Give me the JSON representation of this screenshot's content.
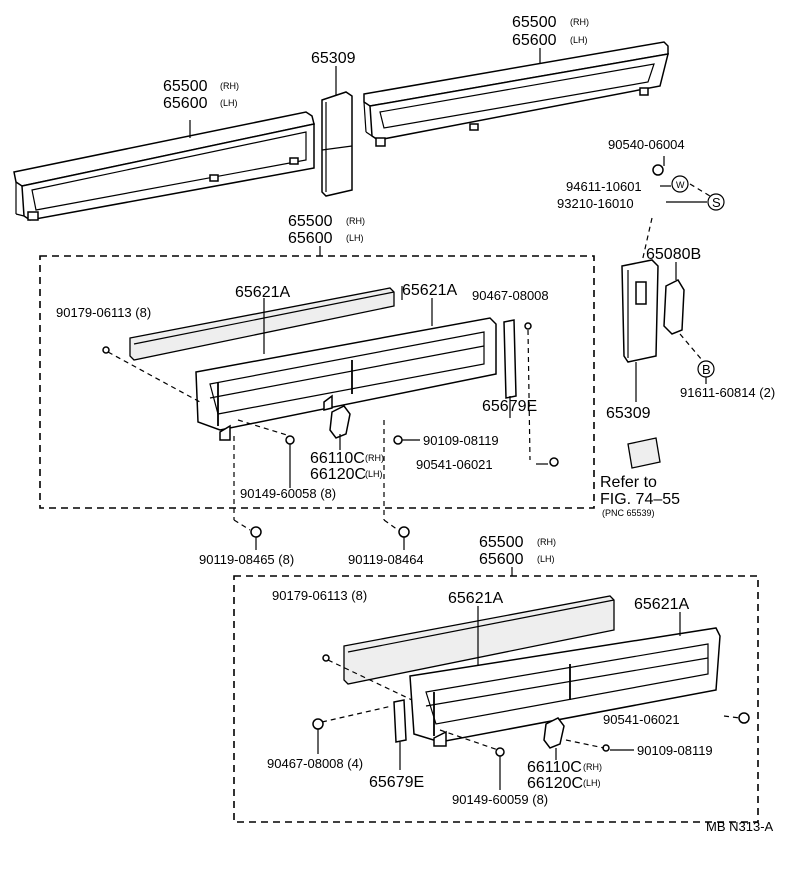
{
  "panel_top_left": {
    "number_rh": "65500",
    "rh": "(RH)",
    "number_lh": "65600",
    "lh": "(LH)"
  },
  "panel_top_right": {
    "number_rh": "65500",
    "rh": "(RH)",
    "number_lh": "65600",
    "lh": "(LH)"
  },
  "post_top": "65309",
  "group1": {
    "number_rh": "65500",
    "rh": "(RH)",
    "number_lh": "65600",
    "lh": "(LH)",
    "labels": {
      "rail_a_left": "65621A",
      "rail_a_right": "65621A",
      "bolt_90179": "90179-06113 (8)",
      "nut_90467": "90467-08008",
      "hinge_65679": "65679E",
      "lock_rh": "66110C",
      "lock_rh_side": "(RH)",
      "lock_lh": "66120C",
      "lock_lh_side": "(LH)",
      "bolt_90109": "90109-08119",
      "nut_90541": "90541-06021",
      "bolt_90149": "90149-60058 (8)"
    }
  },
  "between": {
    "bolt_90119_a": "90119-08465 (8)",
    "bolt_90119_b": "90119-08464"
  },
  "group2": {
    "number_rh": "65500",
    "rh": "(RH)",
    "number_lh": "65600",
    "lh": "(LH)",
    "labels": {
      "bolt_90179": "90179-06113 (8)",
      "rail_a_left": "65621A",
      "rail_a_right": "65621A",
      "nut_90541": "90541-06021",
      "nut_90467": "90467-08008 (4)",
      "hinge_65679": "65679E",
      "bolt_90109": "90109-08119",
      "lock_rh": "66110C",
      "lock_rh_side": "(RH)",
      "lock_lh": "66120C",
      "lock_lh_side": "(LH)",
      "bolt_90149": "90149-60059 (8)"
    }
  },
  "post_assembly": {
    "nut_90540": "90540-06004",
    "washer_94611": "94611-10601",
    "washer_marker_w": "W",
    "spring_93210": "93210-16010",
    "spring_marker_s": "S",
    "bracket_65080": "65080B",
    "screw_91611": "91611-60814 (2)",
    "screw_marker_b": "B",
    "post_65309": "65309"
  },
  "refer": {
    "line1": "Refer to",
    "line2": "FIG. 74–55",
    "line3": "(PNC 65539)"
  },
  "drawing_code": "MB N313-A"
}
